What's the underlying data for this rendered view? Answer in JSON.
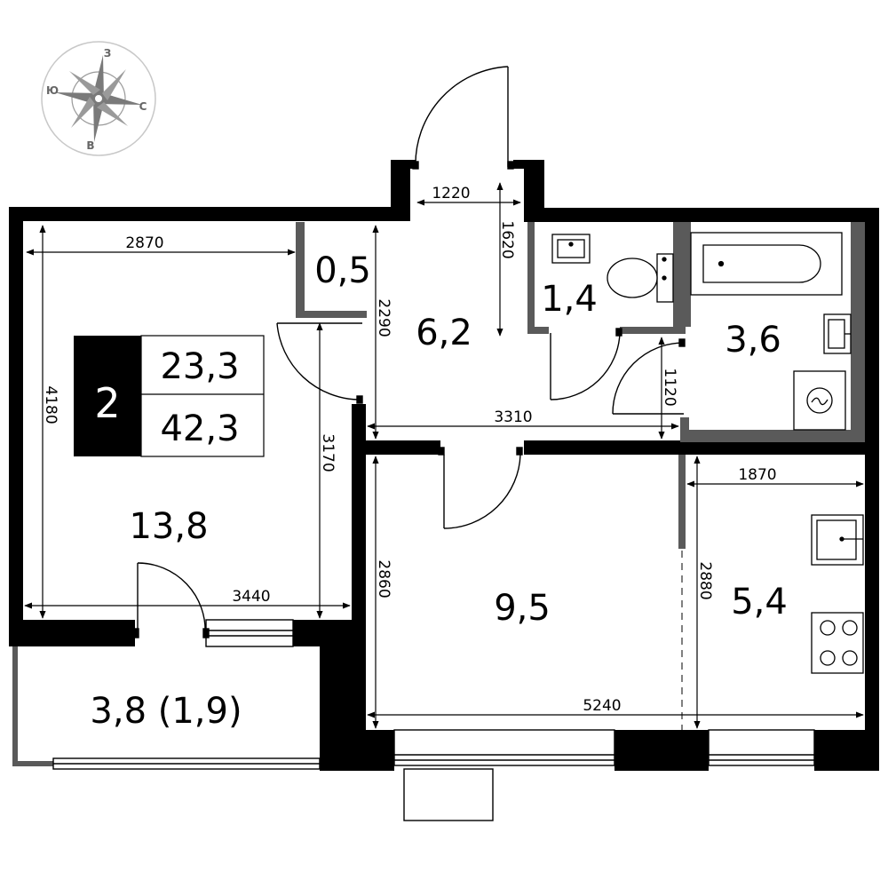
{
  "compass": {
    "north": "З",
    "south": "В",
    "east": "С",
    "west": "Ю"
  },
  "summary": {
    "rooms": "2",
    "living_area": "23,3",
    "total_area": "42,3"
  },
  "rooms": {
    "living_room": "13,8",
    "closet": "0,5",
    "hall": "6,2",
    "toilet": "1,4",
    "bathroom": "3,6",
    "bedroom": "9,5",
    "kitchen": "5,4",
    "balcony": "3,8 (1,9)"
  },
  "dimensions": {
    "entry_width": "1220",
    "hall_depth": "1620",
    "living_width": "2870",
    "living_height": "4180",
    "hall_height": "2290",
    "living_inner_height": "3170",
    "living_bottom_width": "3440",
    "corridor_width": "3310",
    "bath_door": "1120",
    "kitchen_width": "1870",
    "bedroom_height": "2860",
    "kitchen_height": "2880",
    "bottom_width": "5240"
  }
}
